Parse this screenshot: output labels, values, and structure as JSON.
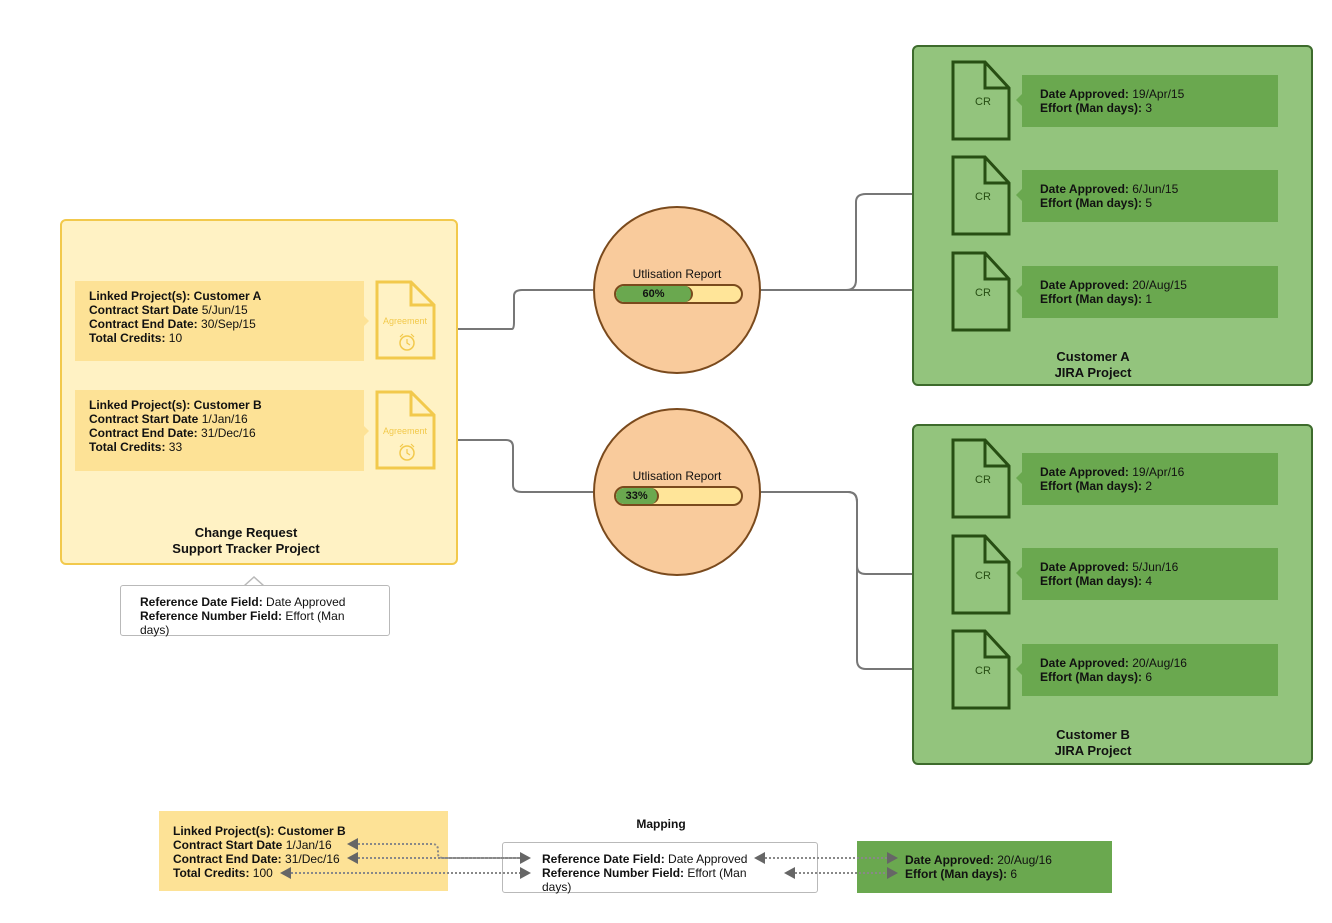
{
  "support_tracker": {
    "title_line1": "Change Request",
    "title_line2": "Support Tracker Project",
    "agreements": [
      {
        "linked_label": "Linked Project(s): Customer A",
        "start_label": "Contract Start Date",
        "start_value": " 5/Jun/15",
        "end_label": "Contract End Date:",
        "end_value": " 30/Sep/15",
        "credits_label": "Total Credits:",
        "credits_value": " 10",
        "icon_text": "Agreement"
      },
      {
        "linked_label": "Linked Project(s): Customer B",
        "start_label": "Contract Start Date",
        "start_value": " 1/Jan/16",
        "end_label": "Contract End Date:",
        "end_value": " 31/Dec/16",
        "credits_label": "Total Credits:",
        "credits_value": " 33",
        "icon_text": "Agreement"
      }
    ],
    "reference": {
      "date_label": "Reference Date Field:",
      "date_value": " Date Approved",
      "number_label": "Reference Number Field:",
      "number_value": " Effort (Man days)"
    }
  },
  "reports": [
    {
      "title": "Utlisation Report",
      "percent_label": "60%",
      "fraction": 0.6
    },
    {
      "title": "Utlisation Report",
      "percent_label": "33%",
      "fraction": 0.33
    }
  ],
  "projects": [
    {
      "title_line1": "Customer A",
      "title_line2": "JIRA Project",
      "crs": [
        {
          "icon_text": "CR",
          "date_label": "Date Approved:",
          "date_value": " 19/Apr/15",
          "effort_label": "Effort (Man days):",
          "effort_value": " 3"
        },
        {
          "icon_text": "CR",
          "date_label": "Date Approved:",
          "date_value": " 6/Jun/15",
          "effort_label": "Effort (Man days):",
          "effort_value": " 5"
        },
        {
          "icon_text": "CR",
          "date_label": "Date Approved:",
          "date_value": " 20/Aug/15",
          "effort_label": "Effort (Man days):",
          "effort_value": " 1"
        }
      ]
    },
    {
      "title_line1": "Customer B",
      "title_line2": "JIRA Project",
      "crs": [
        {
          "icon_text": "CR",
          "date_label": "Date Approved:",
          "date_value": " 19/Apr/16",
          "effort_label": "Effort (Man days):",
          "effort_value": " 2"
        },
        {
          "icon_text": "CR",
          "date_label": "Date Approved:",
          "date_value": " 5/Jun/16",
          "effort_label": "Effort (Man days):",
          "effort_value": " 4"
        },
        {
          "icon_text": "CR",
          "date_label": "Date Approved:",
          "date_value": " 20/Aug/16",
          "effort_label": "Effort (Man days):",
          "effort_value": " 6"
        }
      ]
    }
  ],
  "mapping": {
    "title": "Mapping",
    "agreement": {
      "linked_label": "Linked Project(s): Customer B",
      "start_label": "Contract Start Date",
      "start_value": " 1/Jan/16",
      "end_label": "Contract End Date:",
      "end_value": " 31/Dec/16",
      "credits_label": "Total Credits:",
      "credits_value": " 100"
    },
    "reference": {
      "date_label": "Reference Date Field:",
      "date_value": " Date Approved",
      "number_label": "Reference Number Field:",
      "number_value": " Effort (Man days)"
    },
    "cr": {
      "date_label": "Date Approved:",
      "date_value": " 20/Aug/16",
      "effort_label": "Effort (Man days):",
      "effort_value": " 6"
    }
  },
  "colors": {
    "agreement_fill": "#fde296",
    "tracker_bg": "#fff2c4",
    "tracker_border": "#f2c94c",
    "project_bg": "#93c47d",
    "cr_card": "#6aa84f",
    "report_circle": "#f9cb9c"
  }
}
